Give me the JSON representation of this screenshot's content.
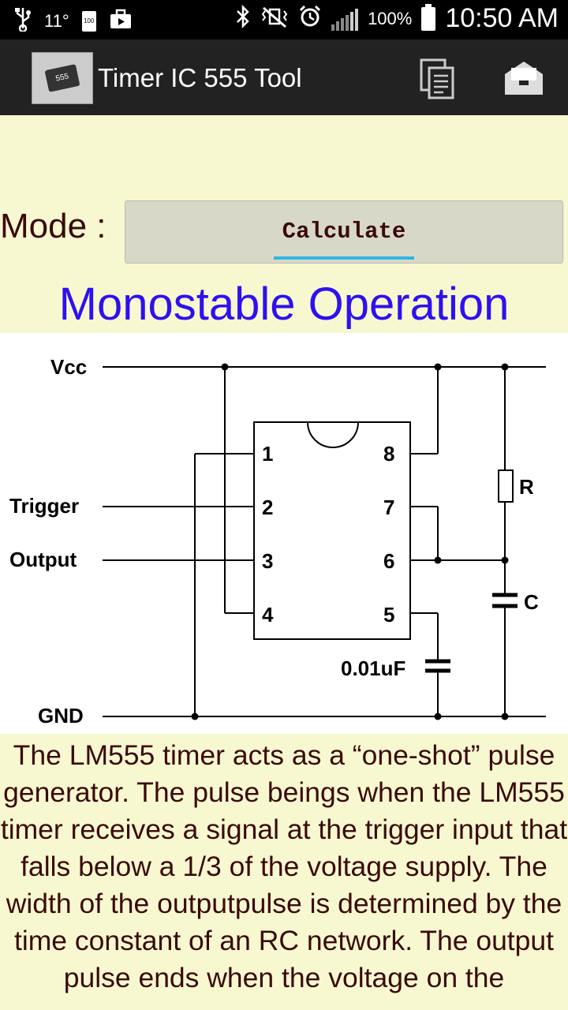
{
  "status": {
    "temp": "11°",
    "battery_pct": "100%",
    "time": "10:50 AM",
    "small_icon_text": "100"
  },
  "app": {
    "title": "Timer IC 555 Tool",
    "logo_text": "555"
  },
  "mode": {
    "label": "Mode :",
    "button": "Calculate"
  },
  "operation_title": "Monostable Operation",
  "diagram": {
    "vcc": "Vcc",
    "trigger": "Trigger",
    "output": "Output",
    "gnd": "GND",
    "pins": [
      "1",
      "2",
      "3",
      "4",
      "5",
      "6",
      "7",
      "8"
    ],
    "r": "R",
    "c": "C",
    "cap": "0.01uF"
  },
  "description": "The LM555 timer acts as a “one-shot” pulse generator. The pulse beings when the LM555 timer receives a signal at the trigger input that falls below a 1/3 of the voltage supply. The width of the outputpulse is determined by the time constant of an RC network. The output pulse ends when the voltage on the"
}
